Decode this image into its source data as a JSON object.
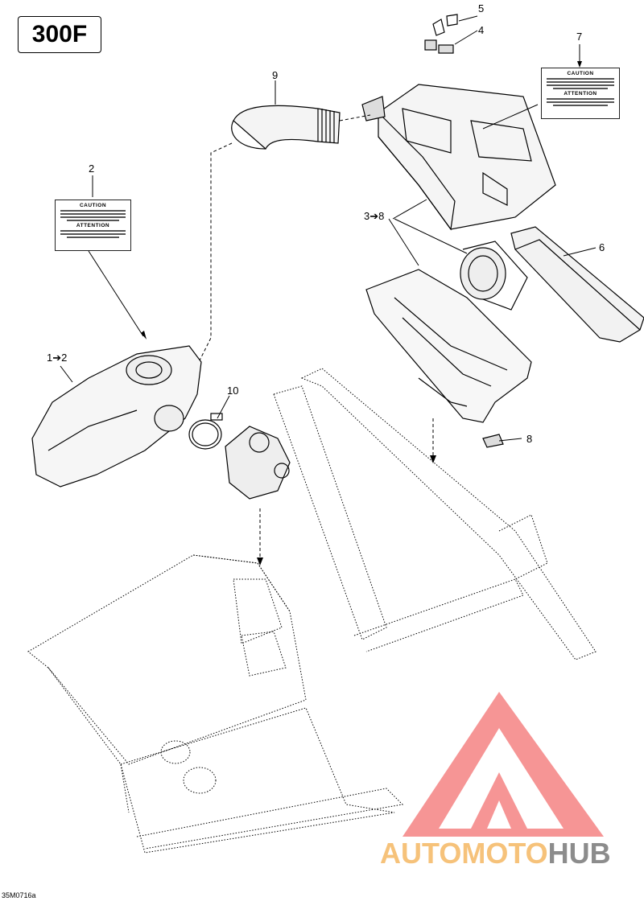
{
  "model": "300F",
  "callouts": {
    "c1": "1➔2",
    "c2": "2",
    "c3": "3➔8",
    "c4": "4",
    "c5": "5",
    "c6": "6",
    "c7": "7",
    "c8": "8",
    "c9": "9",
    "c10": "10"
  },
  "label_decal_left": {
    "heading_top": "CAUTION",
    "heading_bottom": "ATTENTION"
  },
  "label_decal_right": {
    "heading_top": "CAUTION",
    "heading_bottom": "ATTENTION"
  },
  "reference_code": "35M0716a",
  "watermark": {
    "part1": "AUTOMOTO",
    "part2": "HUB",
    "logo_color": "#f47b7b",
    "text_color_1": "#f6c27a",
    "text_color_2": "#8c8c8c"
  }
}
